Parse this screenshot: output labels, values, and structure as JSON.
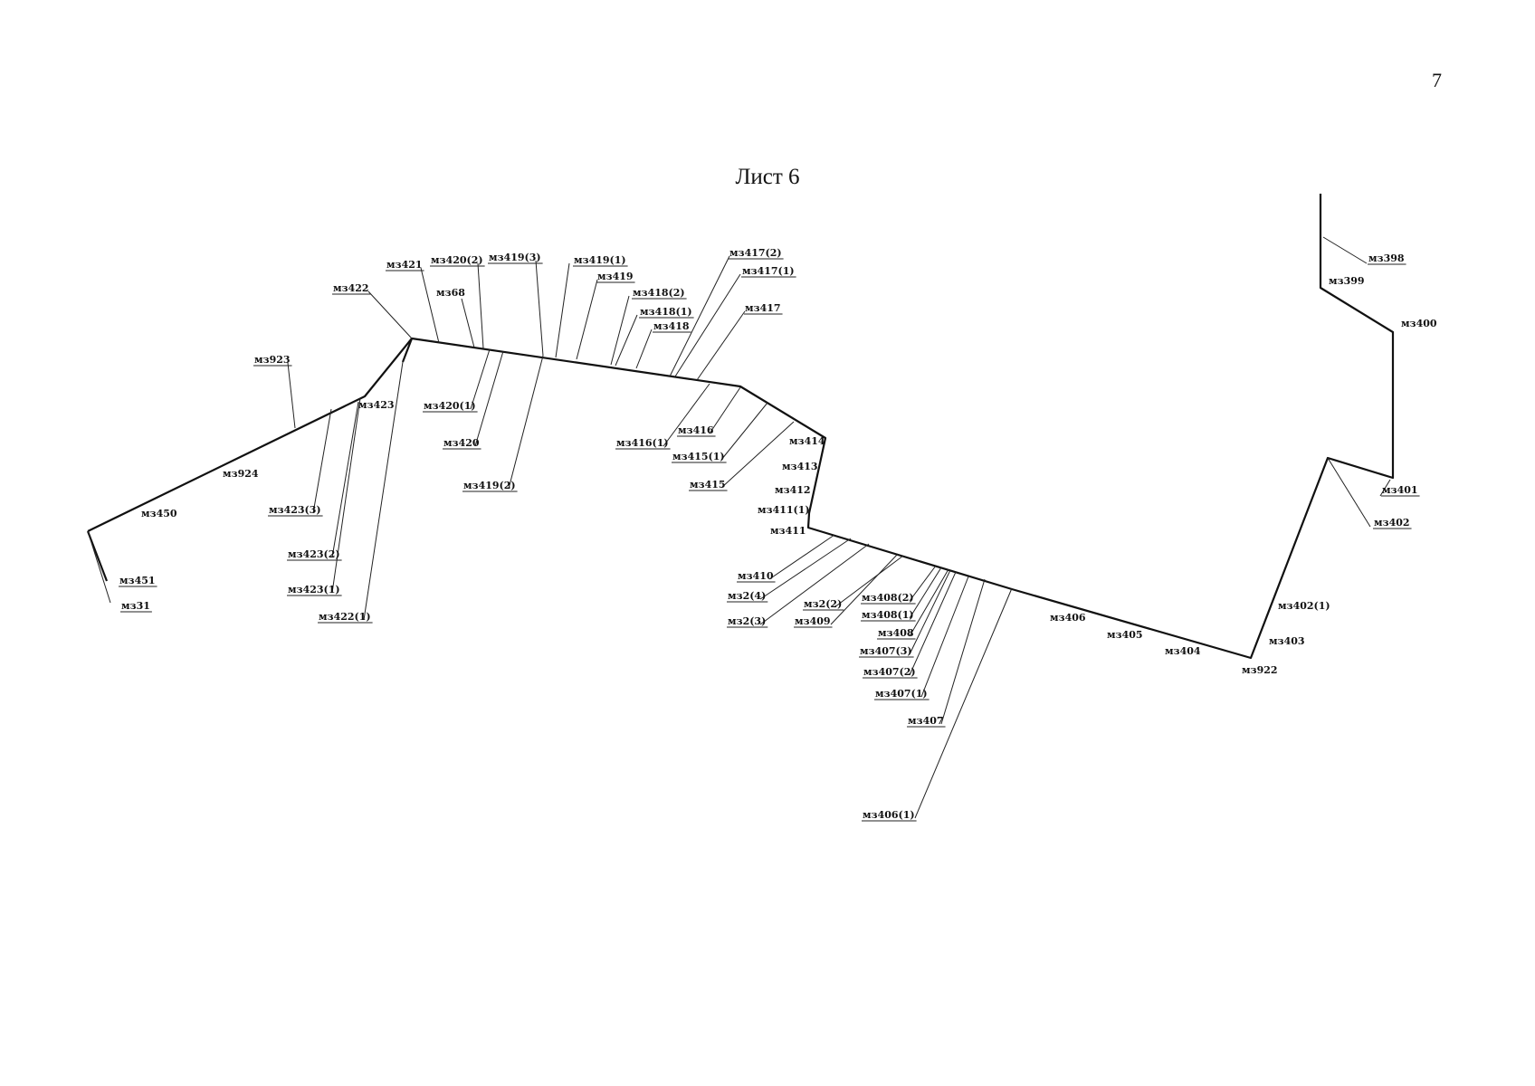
{
  "page": {
    "number": "7",
    "title": "Лист 6"
  },
  "labels": [
    {
      "id": "n398",
      "text": "мз398"
    },
    {
      "id": "n399",
      "text": "мз399"
    },
    {
      "id": "n400",
      "text": "мз400"
    },
    {
      "id": "n401",
      "text": "мз401"
    },
    {
      "id": "n402",
      "text": "мз402"
    },
    {
      "id": "n402_1",
      "text": "мз402(1)"
    },
    {
      "id": "n403",
      "text": "мз403"
    },
    {
      "id": "n922",
      "text": "мз922"
    },
    {
      "id": "n404",
      "text": "мз404"
    },
    {
      "id": "n405",
      "text": "мз405"
    },
    {
      "id": "n406",
      "text": "мз406"
    },
    {
      "id": "n406_1",
      "text": "мз406(1)"
    },
    {
      "id": "n407",
      "text": "мз407"
    },
    {
      "id": "n407_1",
      "text": "мз407(1)"
    },
    {
      "id": "n407_2",
      "text": "мз407(2)"
    },
    {
      "id": "n407_3",
      "text": "мз407(3)"
    },
    {
      "id": "n408",
      "text": "мз408"
    },
    {
      "id": "n408_1",
      "text": "мз408(1)"
    },
    {
      "id": "n408_2",
      "text": "мз408(2)"
    },
    {
      "id": "n409",
      "text": "мз409"
    },
    {
      "id": "n2_2",
      "text": "мз2(2)"
    },
    {
      "id": "n2_3",
      "text": "мз2(3)"
    },
    {
      "id": "n2_4",
      "text": "мз2(4)"
    },
    {
      "id": "n410",
      "text": "мз410"
    },
    {
      "id": "n411",
      "text": "мз411"
    },
    {
      "id": "n411_1",
      "text": "мз411(1)"
    },
    {
      "id": "n412",
      "text": "мз412"
    },
    {
      "id": "n413",
      "text": "мз413"
    },
    {
      "id": "n414",
      "text": "мз414"
    },
    {
      "id": "n415",
      "text": "мз415"
    },
    {
      "id": "n415_1",
      "text": "мз415(1)"
    },
    {
      "id": "n416",
      "text": "мз416"
    },
    {
      "id": "n416_1",
      "text": "мз416(1)"
    },
    {
      "id": "n417",
      "text": "мз417"
    },
    {
      "id": "n417_1",
      "text": "мз417(1)"
    },
    {
      "id": "n417_2",
      "text": "мз417(2)"
    },
    {
      "id": "n418",
      "text": "мз418"
    },
    {
      "id": "n418_1",
      "text": "мз418(1)"
    },
    {
      "id": "n418_2",
      "text": "мз418(2)"
    },
    {
      "id": "n419",
      "text": "мз419"
    },
    {
      "id": "n419_1",
      "text": "мз419(1)"
    },
    {
      "id": "n419_2",
      "text": "мз419(2)"
    },
    {
      "id": "n419_3",
      "text": "мз419(3)"
    },
    {
      "id": "n420",
      "text": "мз420"
    },
    {
      "id": "n420_1",
      "text": "мз420(1)"
    },
    {
      "id": "n420_2",
      "text": "мз420(2)"
    },
    {
      "id": "n68",
      "text": "мз68"
    },
    {
      "id": "n421",
      "text": "мз421"
    },
    {
      "id": "n422",
      "text": "мз422"
    },
    {
      "id": "n422_1",
      "text": "мз422(1)"
    },
    {
      "id": "n423",
      "text": "мз423"
    },
    {
      "id": "n423_1",
      "text": "мз423(1)"
    },
    {
      "id": "n423_2",
      "text": "мз423(2)"
    },
    {
      "id": "n423_3",
      "text": "мз423(3)"
    },
    {
      "id": "n923",
      "text": "мз923"
    },
    {
      "id": "n924",
      "text": "мз924"
    },
    {
      "id": "n450",
      "text": "мз450"
    },
    {
      "id": "n451",
      "text": "мз451"
    },
    {
      "id": "n31",
      "text": "мз31"
    }
  ]
}
